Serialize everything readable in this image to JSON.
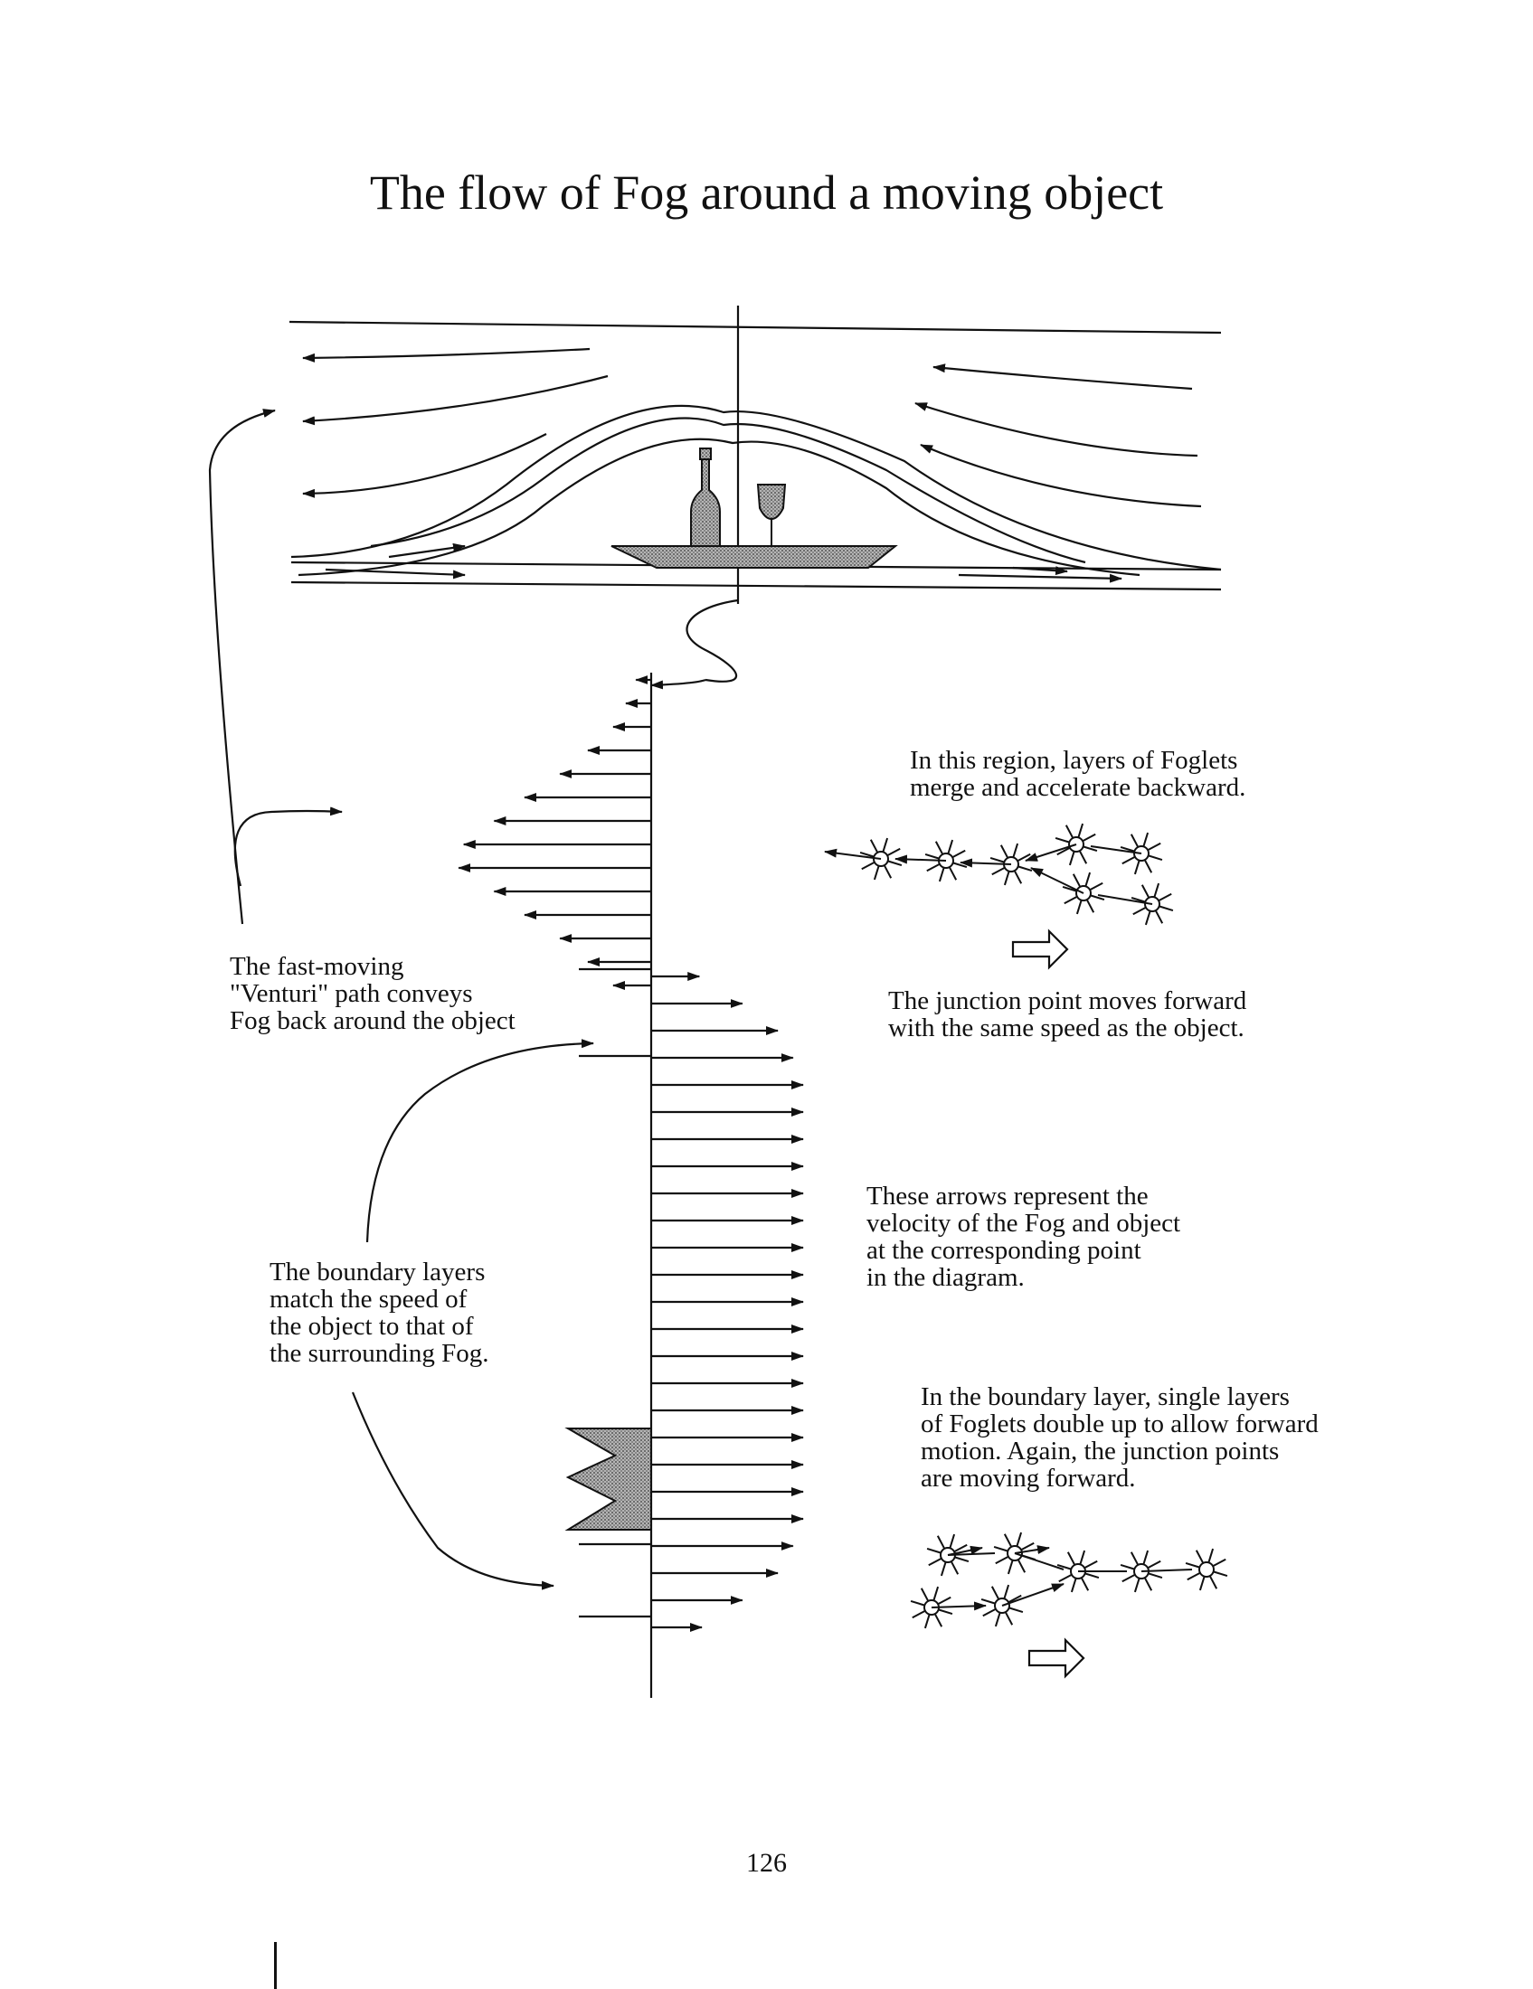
{
  "title": "The flow of Fog around a moving object",
  "annotations": {
    "merge_region": [
      "In this region, layers of Foglets",
      "merge and accelerate backward."
    ],
    "junction_forward": [
      "The junction point moves forward",
      "with the same speed as the object."
    ],
    "venturi": [
      "The fast-moving",
      "\"Venturi\" path conveys",
      "Fog back around the object"
    ],
    "velocity_arrows": [
      "These arrows represent the",
      "velocity of the Fog and object",
      "at the corresponding point",
      "in the diagram."
    ],
    "boundary_match": [
      "The boundary layers",
      "match the speed of",
      "the object to that of",
      "the surrounding Fog."
    ],
    "boundary_double": [
      "In the boundary layer, single layers",
      "of Foglets double up to allow forward",
      "motion.  Again, the junction points",
      "are moving forward."
    ]
  },
  "page_number": "126",
  "velocity_profile": {
    "backward_lengths": [
      12,
      20,
      30,
      50,
      72,
      100,
      124,
      148,
      152,
      124,
      100,
      72,
      50,
      30
    ],
    "forward_lengths": [
      38,
      72,
      100,
      112,
      120,
      120,
      120,
      120,
      120,
      120,
      120,
      120,
      120,
      120,
      120,
      120,
      120,
      120,
      120,
      120,
      120,
      112,
      100,
      72,
      40
    ],
    "backward_color": "#111111",
    "object_fill": "#8c8c8c"
  }
}
